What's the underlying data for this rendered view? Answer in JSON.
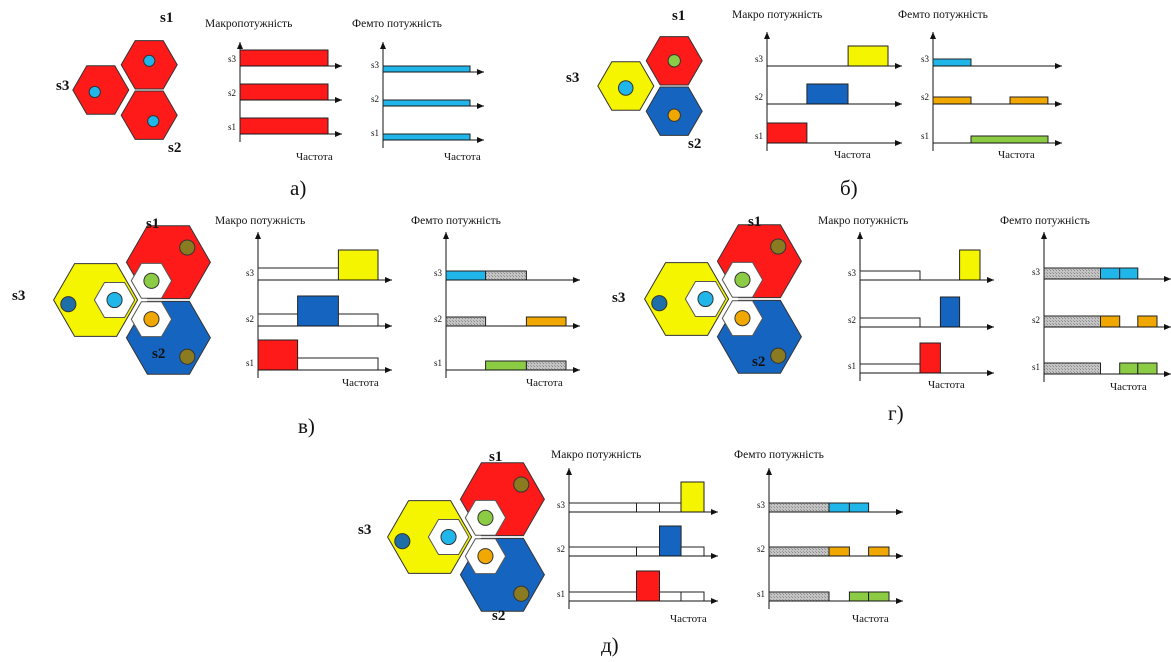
{
  "colors": {
    "red": "#ff1a1a",
    "blue": "#1565c0",
    "yellow": "#f5f500",
    "light_blue": "#21b6ea",
    "orange": "#f0a800",
    "green": "#8ccc44",
    "olive": "#8a7a20",
    "hatch": "#b8b8b8",
    "white": "#ffffff"
  },
  "labels": {
    "s1": "s1",
    "s2": "s2",
    "s3": "s3",
    "frequency": "Частота"
  },
  "panels": [
    {
      "id": "a",
      "caption": "а)",
      "macro_title": "Макропотужність",
      "femto_title": "Фемто потужність",
      "macro": [
        {
          "series": "s3",
          "segments": [
            {
              "from": 0,
              "to": 1,
              "color": "red"
            }
          ]
        },
        {
          "series": "s2",
          "segments": [
            {
              "from": 0,
              "to": 1,
              "color": "red"
            }
          ]
        },
        {
          "series": "s1",
          "segments": [
            {
              "from": 0,
              "to": 1,
              "color": "red"
            }
          ]
        }
      ],
      "femto": [
        {
          "series": "s3",
          "segments": [
            {
              "from": 0,
              "to": 1,
              "color": "light_blue"
            }
          ]
        },
        {
          "series": "s2",
          "segments": [
            {
              "from": 0,
              "to": 1,
              "color": "light_blue"
            }
          ]
        },
        {
          "series": "s1",
          "segments": [
            {
              "from": 0,
              "to": 1,
              "color": "light_blue"
            }
          ]
        }
      ]
    },
    {
      "id": "b",
      "caption": "б)",
      "macro_title": "Макро потужність",
      "femto_title": "Фемто потужність",
      "macro": [
        {
          "series": "s3",
          "segments": [
            {
              "from": 0.67,
              "to": 1,
              "color": "yellow"
            }
          ]
        },
        {
          "series": "s2",
          "segments": [
            {
              "from": 0.33,
              "to": 0.67,
              "color": "blue"
            }
          ]
        },
        {
          "series": "s1",
          "segments": [
            {
              "from": 0,
              "to": 0.33,
              "color": "red"
            }
          ]
        }
      ],
      "femto": [
        {
          "series": "s3",
          "segments": [
            {
              "from": 0,
              "to": 0.33,
              "color": "light_blue"
            }
          ]
        },
        {
          "series": "s2",
          "segments": [
            {
              "from": 0,
              "to": 0.33,
              "color": "orange"
            },
            {
              "from": 0.67,
              "to": 1,
              "color": "orange"
            }
          ]
        },
        {
          "series": "s1",
          "segments": [
            {
              "from": 0.33,
              "to": 1,
              "color": "green"
            }
          ]
        }
      ]
    },
    {
      "id": "v",
      "caption": "в)",
      "macro_title": "Макро потужність",
      "femto_title": "Фемто потужність",
      "macro": [
        {
          "series": "s3",
          "segments": [
            {
              "from": 0,
              "to": 1,
              "color": "white"
            },
            {
              "from": 0.67,
              "to": 1,
              "color": "yellow",
              "tall": true
            }
          ]
        },
        {
          "series": "s2",
          "segments": [
            {
              "from": 0,
              "to": 1,
              "color": "white"
            },
            {
              "from": 0.33,
              "to": 0.67,
              "color": "blue",
              "tall": true
            }
          ]
        },
        {
          "series": "s1",
          "segments": [
            {
              "from": 0,
              "to": 1,
              "color": "white"
            },
            {
              "from": 0,
              "to": 0.33,
              "color": "red",
              "tall": true
            }
          ]
        }
      ],
      "femto": [
        {
          "series": "s3",
          "segments": [
            {
              "from": 0,
              "to": 0.33,
              "color": "light_blue"
            },
            {
              "from": 0.33,
              "to": 0.67,
              "color": "hatch"
            }
          ]
        },
        {
          "series": "s2",
          "segments": [
            {
              "from": 0,
              "to": 0.33,
              "color": "hatch"
            },
            {
              "from": 0.67,
              "to": 1,
              "color": "orange"
            }
          ]
        },
        {
          "series": "s1",
          "segments": [
            {
              "from": 0.33,
              "to": 0.67,
              "color": "green"
            },
            {
              "from": 0.67,
              "to": 1,
              "color": "hatch"
            }
          ]
        }
      ]
    },
    {
      "id": "g",
      "caption": "г)",
      "macro_title": "Макро потужність",
      "femto_title": "Фемто потужність",
      "macro": [
        {
          "series": "s3",
          "segments": [
            {
              "from": 0,
              "to": 0.5,
              "color": "white"
            },
            {
              "from": 0.83,
              "to": 1,
              "color": "yellow",
              "tall": true
            }
          ]
        },
        {
          "series": "s2",
          "segments": [
            {
              "from": 0,
              "to": 0.5,
              "color": "white"
            },
            {
              "from": 0.67,
              "to": 0.83,
              "color": "blue",
              "tall": true
            }
          ]
        },
        {
          "series": "s1",
          "segments": [
            {
              "from": 0,
              "to": 0.5,
              "color": "white"
            },
            {
              "from": 0.5,
              "to": 0.67,
              "color": "red",
              "tall": true
            }
          ]
        }
      ],
      "femto": [
        {
          "series": "s3",
          "segments": [
            {
              "from": 0,
              "to": 0.5,
              "color": "hatch"
            },
            {
              "from": 0.5,
              "to": 0.67,
              "color": "light_blue"
            },
            {
              "from": 0.67,
              "to": 0.83,
              "color": "light_blue"
            }
          ]
        },
        {
          "series": "s2",
          "segments": [
            {
              "from": 0,
              "to": 0.5,
              "color": "hatch"
            },
            {
              "from": 0.5,
              "to": 0.67,
              "color": "orange"
            },
            {
              "from": 0.83,
              "to": 1,
              "color": "orange"
            }
          ]
        },
        {
          "series": "s1",
          "segments": [
            {
              "from": 0,
              "to": 0.5,
              "color": "hatch"
            },
            {
              "from": 0.67,
              "to": 0.83,
              "color": "green"
            },
            {
              "from": 0.83,
              "to": 1,
              "color": "green"
            }
          ]
        }
      ]
    },
    {
      "id": "d",
      "caption": "д)",
      "macro_title": "Макро потужність",
      "femto_title": "Фемто потужність",
      "macro": [
        {
          "series": "s3",
          "segments": [
            {
              "from": 0,
              "to": 0.5,
              "color": "white"
            },
            {
              "from": 0.5,
              "to": 0.67,
              "color": "white"
            },
            {
              "from": 0.67,
              "to": 0.83,
              "color": "white"
            },
            {
              "from": 0.83,
              "to": 1,
              "color": "yellow",
              "tall": true
            }
          ]
        },
        {
          "series": "s2",
          "segments": [
            {
              "from": 0,
              "to": 0.5,
              "color": "white"
            },
            {
              "from": 0.5,
              "to": 0.67,
              "color": "white"
            },
            {
              "from": 0.67,
              "to": 0.83,
              "color": "blue",
              "tall": true
            },
            {
              "from": 0.83,
              "to": 1,
              "color": "white"
            }
          ]
        },
        {
          "series": "s1",
          "segments": [
            {
              "from": 0,
              "to": 0.5,
              "color": "white"
            },
            {
              "from": 0.5,
              "to": 0.67,
              "color": "red",
              "tall": true
            },
            {
              "from": 0.67,
              "to": 0.83,
              "color": "white"
            },
            {
              "from": 0.83,
              "to": 1,
              "color": "white"
            }
          ]
        }
      ],
      "femto": [
        {
          "series": "s3",
          "segments": [
            {
              "from": 0,
              "to": 0.5,
              "color": "hatch"
            },
            {
              "from": 0.5,
              "to": 0.67,
              "color": "light_blue"
            },
            {
              "from": 0.67,
              "to": 0.83,
              "color": "light_blue"
            }
          ]
        },
        {
          "series": "s2",
          "segments": [
            {
              "from": 0,
              "to": 0.5,
              "color": "hatch"
            },
            {
              "from": 0.5,
              "to": 0.67,
              "color": "orange"
            },
            {
              "from": 0.83,
              "to": 1,
              "color": "orange"
            }
          ]
        },
        {
          "series": "s1",
          "segments": [
            {
              "from": 0,
              "to": 0.5,
              "color": "hatch"
            },
            {
              "from": 0.67,
              "to": 0.83,
              "color": "green"
            },
            {
              "from": 0.83,
              "to": 1,
              "color": "green"
            }
          ]
        }
      ]
    }
  ]
}
